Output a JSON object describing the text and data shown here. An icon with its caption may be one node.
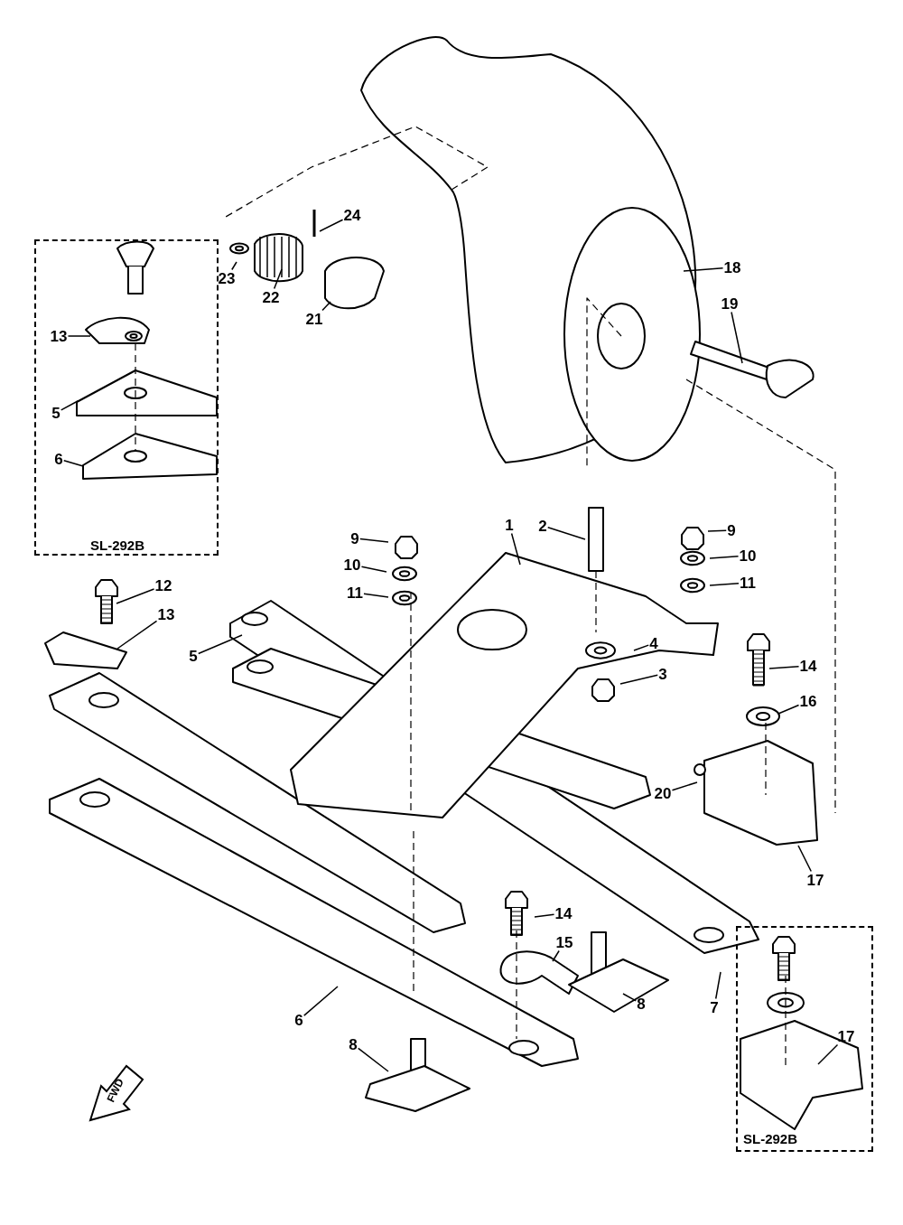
{
  "diagram": {
    "nodes": [
      {
        "text": [
          "SL-292B"
        ]
      },
      {
        "text": [
          "13"
        ],
        "in": 0
      },
      {
        "text": [
          "5"
        ],
        "in": 0
      },
      {
        "text": [
          "6"
        ],
        "in": 0
      },
      {
        "text": [
          "24"
        ]
      },
      {
        "text": [
          "23"
        ]
      },
      {
        "text": [
          "22"
        ]
      },
      {
        "text": [
          "21"
        ]
      },
      {
        "text": [
          "18"
        ]
      },
      {
        "text": [
          "19"
        ]
      },
      {
        "text": [
          "9"
        ]
      },
      {
        "text": [
          "10"
        ]
      },
      {
        "text": [
          "11"
        ]
      },
      {
        "text": [
          "12"
        ]
      },
      {
        "text": [
          "13"
        ]
      },
      {
        "text": [
          "5"
        ]
      },
      {
        "text": [
          "1"
        ]
      },
      {
        "text": [
          "2"
        ]
      },
      {
        "text": [
          "9"
        ]
      },
      {
        "text": [
          "10"
        ]
      },
      {
        "text": [
          "11"
        ]
      },
      {
        "text": [
          "4"
        ]
      },
      {
        "text": [
          "3"
        ]
      },
      {
        "text": [
          "14"
        ]
      },
      {
        "text": [
          "16"
        ]
      },
      {
        "text": [
          "20"
        ]
      },
      {
        "text": [
          "17"
        ]
      },
      {
        "text": [
          "14"
        ]
      },
      {
        "text": [
          "15"
        ]
      },
      {
        "text": [
          "8"
        ]
      },
      {
        "text": [
          "7"
        ]
      },
      {
        "text": [
          "6"
        ]
      },
      {
        "text": [
          "8"
        ]
      },
      {
        "text": [
          "SL-292B"
        ]
      },
      {
        "text": [
          "17"
        ],
        "in": 33
      }
    ],
    "edges": [
      {
        "from": 1,
        "to": null,
        "arrow": "none"
      },
      {
        "from": 2,
        "to": null,
        "arrow": "none"
      },
      {
        "from": 3,
        "to": null,
        "arrow": "none"
      },
      {
        "from": 4,
        "to": null,
        "arrow": "none"
      },
      {
        "from": 5,
        "to": null,
        "arrow": "none"
      },
      {
        "from": 6,
        "to": null,
        "arrow": "none"
      },
      {
        "from": 7,
        "to": null,
        "arrow": "none"
      },
      {
        "from": 8,
        "to": null,
        "arrow": "none"
      },
      {
        "from": 9,
        "to": null,
        "arrow": "none"
      },
      {
        "from": 10,
        "to": null,
        "arrow": "none"
      },
      {
        "from": 11,
        "to": null,
        "arrow": "none"
      },
      {
        "from": 12,
        "to": null,
        "arrow": "none"
      },
      {
        "from": 13,
        "to": null,
        "arrow": "none"
      },
      {
        "from": 14,
        "to": null,
        "arrow": "none"
      },
      {
        "from": 15,
        "to": null,
        "arrow": "none"
      },
      {
        "from": 16,
        "to": null,
        "arrow": "none"
      },
      {
        "from": 17,
        "to": null,
        "arrow": "none"
      },
      {
        "from": 18,
        "to": null,
        "arrow": "none"
      },
      {
        "from": 19,
        "to": null,
        "arrow": "none"
      },
      {
        "from": 20,
        "to": null,
        "arrow": "none"
      },
      {
        "from": 21,
        "to": null,
        "arrow": "none"
      },
      {
        "from": 22,
        "to": null,
        "arrow": "none"
      },
      {
        "from": 23,
        "to": null,
        "arrow": "none"
      },
      {
        "from": 24,
        "to": null,
        "arrow": "none"
      },
      {
        "from": 25,
        "to": null,
        "arrow": "none"
      },
      {
        "from": 26,
        "to": null,
        "arrow": "none"
      },
      {
        "from": 27,
        "to": null,
        "arrow": "none"
      },
      {
        "from": 28,
        "to": null,
        "arrow": "none"
      },
      {
        "from": 29,
        "to": null,
        "arrow": "none"
      },
      {
        "from": 30,
        "to": null,
        "arrow": "none"
      },
      {
        "from": 31,
        "to": null,
        "arrow": "none"
      },
      {
        "from": 32,
        "to": null,
        "arrow": "none"
      },
      {
        "from": 34,
        "to": null,
        "arrow": "none"
      }
    ],
    "labels": [
      "FWD"
    ]
  }
}
